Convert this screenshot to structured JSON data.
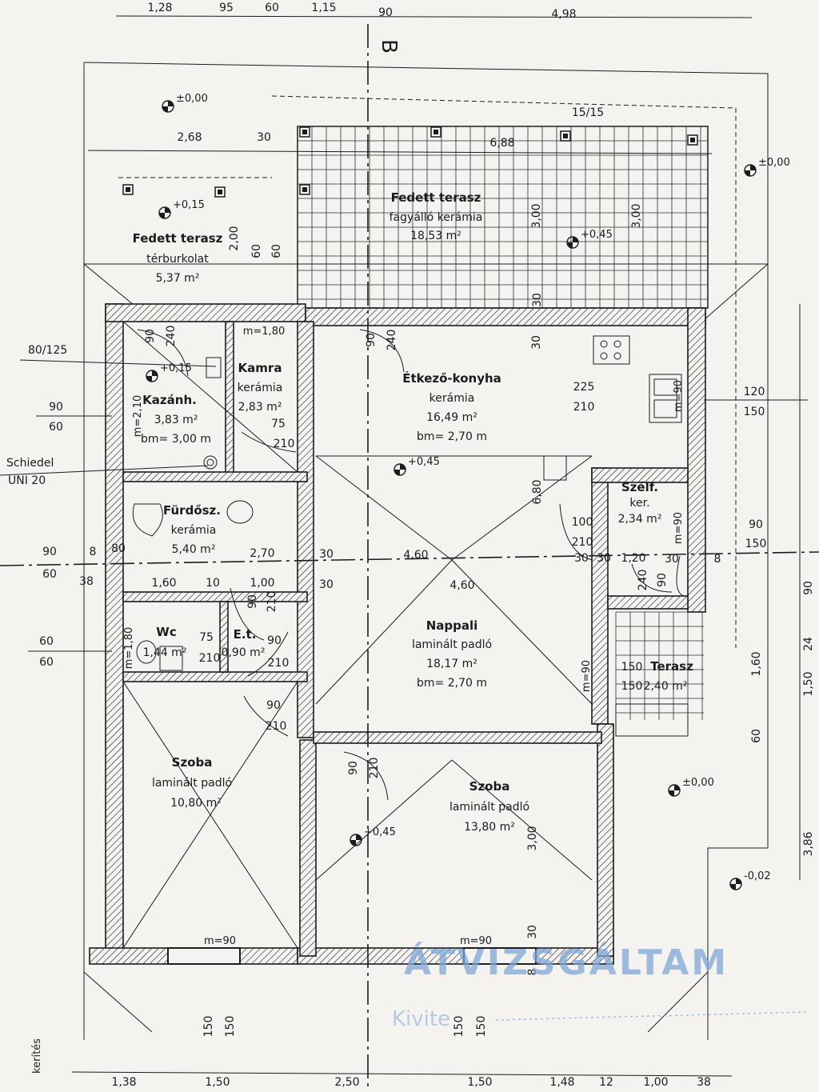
{
  "rooms": {
    "covered_terrace_large": {
      "name": "Fedett terasz",
      "floor": "fagyálló kerámia",
      "area": "18,53 m²"
    },
    "covered_terrace_small": {
      "name": "Fedett terasz",
      "floor": "térburkolat",
      "area": "5,37 m²"
    },
    "boiler": {
      "name": "Kazánh.",
      "area": "3,83 m²",
      "height": "bm= 3,00 m",
      "tag": "m=2,10"
    },
    "pantry": {
      "name": "Kamra",
      "floor": "kerámia",
      "area": "2,83 m²",
      "tag": "m=1,80"
    },
    "kitchen": {
      "name": "Étkező-konyha",
      "floor": "kerámia",
      "area": "16,49 m²",
      "height": "bm= 2,70 m"
    },
    "bathroom": {
      "name": "Fürdősz.",
      "floor": "kerámia",
      "area": "5,40 m²"
    },
    "windbreak": {
      "name": "Szélf.",
      "floor": "ker.",
      "area": "2,34 m²"
    },
    "wc": {
      "name": "Wc",
      "area": "1,44 m²",
      "tag": "m=1,80"
    },
    "storage": {
      "name": "E.t.",
      "area": "0,90 m²"
    },
    "living": {
      "name": "Nappali",
      "floor": "laminált padló",
      "area": "18,17 m²",
      "height": "bm= 2,70 m"
    },
    "terrace_small": {
      "name": "Terasz",
      "area": "2,40 m²"
    },
    "bedroom_left": {
      "name": "Szoba",
      "floor": "laminált padló",
      "area": "10,80 m²"
    },
    "bedroom_right": {
      "name": "Szoba",
      "floor": "laminált padló",
      "area": "13,80 m²"
    }
  },
  "levels": {
    "top": "±0,00",
    "right_top": "±0,00",
    "small_terrace": "+0,15",
    "large_terrace": "+0,45",
    "boiler": "+0,15",
    "kitchen": "+0,45",
    "bedroom": "+0,45",
    "right_mid": "±0,00",
    "right_low": "-0,02"
  },
  "labels": {
    "section": "B",
    "column_size": "15/15",
    "schiedel": "Schiedel",
    "uni": "UNI 20",
    "flue": "80/125",
    "fence": "kerítés"
  },
  "dimensions": {
    "top_row": [
      "1,28",
      "95",
      "60",
      "1,15",
      "90",
      "4,98"
    ],
    "terrace_row": [
      "2,68",
      "30",
      "6,88"
    ],
    "bottom_row": [
      "1,38",
      "1,50",
      "2,50",
      "1,50",
      "1,48",
      "12",
      "1,00",
      "38"
    ],
    "left_pairs": [
      [
        "90",
        "60"
      ],
      [
        "90",
        "60"
      ],
      [
        "60",
        "60"
      ]
    ],
    "left_singles": [
      "8",
      "80",
      "38"
    ],
    "right_pairs": [
      [
        "120",
        "150"
      ],
      [
        "90",
        "150"
      ]
    ],
    "right_vertical": [
      "90",
      "24",
      "1,50",
      "1,60",
      "60",
      "3,86"
    ],
    "interior": {
      "terrace_vert_1": "3,00",
      "terrace_vert_2": "3,00",
      "terrace_small_vert": "2,00",
      "terrace_60a": "60",
      "terrace_60b": "60",
      "door_90_240_a": "90",
      "door_240_a": "240",
      "door_90_240_b": "90",
      "door_240_b": "240",
      "kitchen_30": "30",
      "kitchen_225": "225",
      "kitchen_210": "210",
      "kitchen_m90": "m=90",
      "pantry_75": "75",
      "pantry_210": "210",
      "kitchen_vert": "6,80",
      "kitchen_30b": "30",
      "hall_270": "2,70",
      "hall_30a": "30",
      "hall_460a": "4,60",
      "hall_30b": "30",
      "hall_160": "1,60",
      "hall_10": "10",
      "hall_100": "1,00",
      "hall_30c": "30",
      "hall_460b": "4,60",
      "bath_90": "90",
      "bath_210": "210",
      "wind_100": "100",
      "wind_210": "210",
      "wind_30": "30",
      "wind_120": "1,20",
      "wind_30b": "30",
      "wind_8": "8",
      "wind_m90": "m=90",
      "wind_240": "240",
      "wind_90": "90",
      "wc_75": "75",
      "wc_210": "210",
      "et_90": "90",
      "et_210": "210",
      "bed_90": "90",
      "bed_210": "210",
      "bed2_90": "90",
      "bed2_210": "210",
      "living_m90": "m=90",
      "terrace_150a": "150",
      "terrace_150b": "150",
      "bed2_vert": "3,00",
      "bed_m90_left": "m=90",
      "bed_m90_right": "m=90",
      "bottom_30": "30",
      "bottom_8": "8",
      "below_150_1": "150",
      "below_150_2": "150",
      "below_150_3": "150",
      "below_150_4": "150"
    }
  },
  "stamp": {
    "main": "ÁTVIZSGÁLTAM",
    "sub": "Kivite"
  },
  "colors": {
    "ink": "#1c1c1c",
    "paper": "#f4f3f0",
    "stamp": "#7fa8d8"
  }
}
